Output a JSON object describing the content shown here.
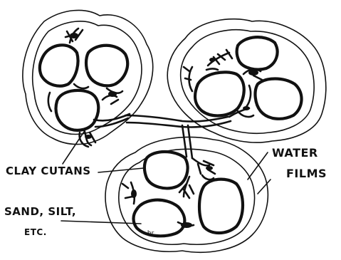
{
  "labels": {
    "clay_cutans": "CLAY CUTANS",
    "water": "WATER",
    "films": "FILMS",
    "sand_silt": "SAND, SILT,",
    "etc": "ETC."
  },
  "colors": {
    "ink": "#111111",
    "background": "#ffffff"
  }
}
